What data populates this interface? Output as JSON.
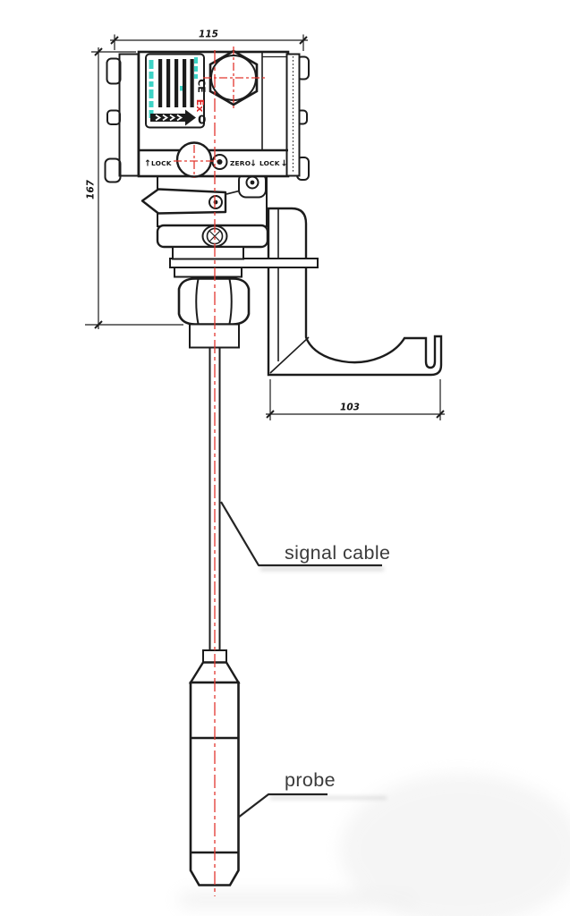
{
  "title": "Submersible level transmitter installation drawing",
  "colors": {
    "line": "#1c1c1c",
    "centerline_red": "#e2372f",
    "teal": "#3ed3c6",
    "ex_red": "#e02b2b",
    "callout_text": "#3b3b3b"
  },
  "dimensions": {
    "head_width": "115",
    "head_height": "167",
    "bracket_depth": "103"
  },
  "callouts": {
    "signal_cable": "signal cable",
    "probe": "probe"
  },
  "markings": {
    "ce": "CE",
    "ex": "Ex",
    "zero_digit": "0",
    "lock_up_arrow": "↑",
    "lock_left": "LOCK",
    "zero": "ZERO",
    "zero_down_arrow": "↓",
    "lock_right": "LOCK",
    "lock_down_arrow": "↓"
  }
}
